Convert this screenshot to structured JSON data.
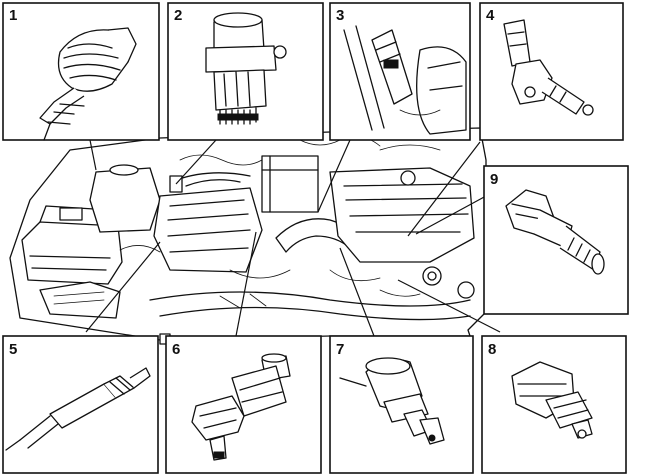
{
  "panels": [
    {
      "id": 1,
      "label": "1"
    },
    {
      "id": 2,
      "label": "2"
    },
    {
      "id": 3,
      "label": "3"
    },
    {
      "id": 4,
      "label": "4"
    },
    {
      "id": 5,
      "label": "5"
    },
    {
      "id": 6,
      "label": "6"
    },
    {
      "id": 7,
      "label": "7"
    },
    {
      "id": 8,
      "label": "8"
    },
    {
      "id": 9,
      "label": "9"
    }
  ]
}
